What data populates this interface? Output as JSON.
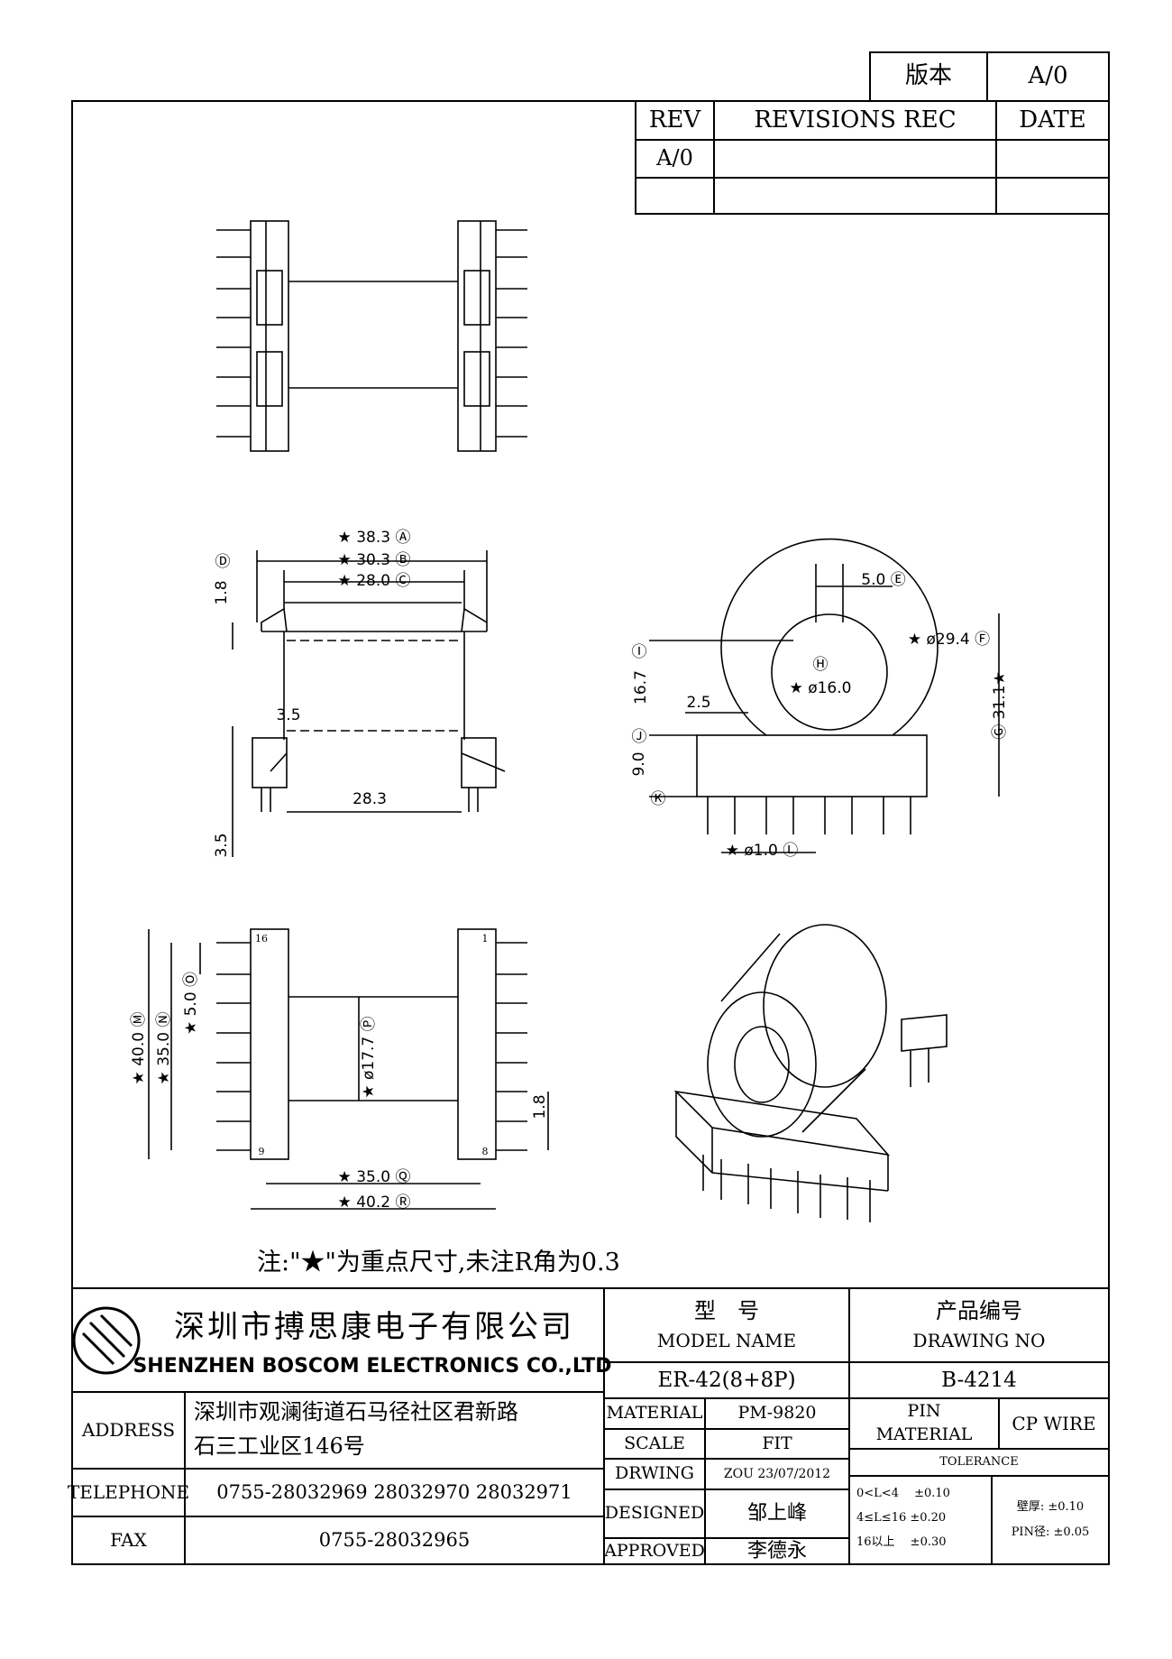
{
  "version_box": {
    "label": "版本",
    "value": "A/0"
  },
  "revisions": {
    "headers": [
      "REV",
      "REVISIONS REC",
      "DATE"
    ],
    "rows": [
      [
        "A/0",
        "",
        ""
      ],
      [
        "",
        "",
        ""
      ]
    ]
  },
  "front_view": {
    "dims": {
      "a": "★ 38.3 Ⓐ",
      "b": "★ 30.3 Ⓑ",
      "c": "★ 28.0 Ⓒ",
      "d_mark": "Ⓓ",
      "d_val": "1.8",
      "flange": "3.5",
      "bottom": "28.3",
      "pin_len": "3.5"
    }
  },
  "side_view": {
    "dims": {
      "e": "5.0 Ⓔ",
      "f": "★ ø29.4 Ⓕ",
      "g": "Ⓖ 31.1★",
      "h_mark": "Ⓗ",
      "h_val": "★ ø16.0",
      "i_mark": "Ⓘ",
      "i_val": "16.7",
      "k": "2.5",
      "j_mark": "Ⓙ",
      "j_val": "9.0",
      "k_mark": "Ⓚ",
      "l": "★ ø1.0 Ⓛ"
    }
  },
  "bottom_view": {
    "dims": {
      "m": "★ 40.0 Ⓜ",
      "n": "★ 35.0 Ⓝ",
      "o": "★ 5.0 Ⓞ",
      "p": "★ ø17.7 Ⓟ",
      "q": "★ 35.0 Ⓠ",
      "r": "★ 40.2 Ⓡ",
      "s": "1.8"
    },
    "pin_labels": {
      "tl": "16",
      "tr": "1",
      "bl": "9",
      "br": "8"
    }
  },
  "note": "注:\"★\"为重点尺寸,未注R角为0.3",
  "title_block": {
    "company_cn": "深圳市搏思康电子有限公司",
    "company_en": "SHENZHEN BOSCOM ELECTRONICS CO.,LTD",
    "model_cn": "型　号",
    "model_en": "MODEL NAME",
    "drawing_cn": "产品编号",
    "drawing_en": "DRAWING NO",
    "model_value": "ER-42(8+8P)",
    "drawing_value": "B-4214",
    "address_label": "ADDRESS",
    "address_line1": "深圳市观澜街道石马径社区君新路",
    "address_line2": "石三工业区146号",
    "telephone_label": "TELEPHONE",
    "telephone_value": "0755-28032969 28032970 28032971",
    "fax_label": "FAX",
    "fax_value": "0755-28032965",
    "material_label": "MATERIAL",
    "material_value": "PM-9820",
    "scale_label": "SCALE",
    "scale_value": "FIT",
    "drwing_label": "DRWING",
    "drwing_value": "ZOU 23/07/2012",
    "designed_label": "DESIGNED",
    "designed_value": "邹上峰",
    "approved_label": "APPROVED",
    "approved_value": "李德永",
    "pin_material_label1": "PIN",
    "pin_material_label2": "MATERIAL",
    "pin_material_value": "CP WIRE",
    "tolerance_label": "TOLERANCE",
    "tol1": "0<L<4　 ±0.10",
    "tol2": "4≤L≤16 ±0.20",
    "tol3": "16以上　 ±0.30",
    "wall": "壁厚: ±0.10",
    "pin_dia": "PIN径: ±0.05"
  }
}
